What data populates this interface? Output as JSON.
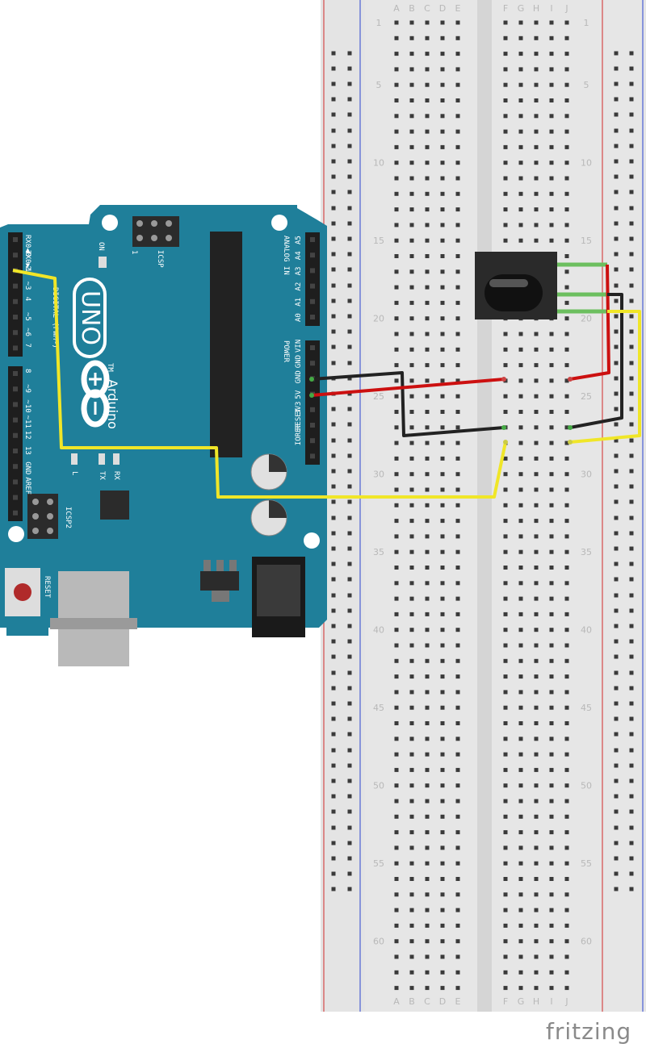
{
  "app": {
    "logo": "fritzing"
  },
  "breadboard": {
    "column_labels_left": [
      "A",
      "B",
      "C",
      "D",
      "E"
    ],
    "column_labels_right": [
      "F",
      "G",
      "H",
      "I",
      "J"
    ],
    "row_numbers": [
      "1",
      "5",
      "10",
      "15",
      "20",
      "25",
      "30",
      "35",
      "40",
      "45",
      "50",
      "55",
      "60"
    ],
    "rows": 63
  },
  "arduino": {
    "brand": "Arduino",
    "model": "UNO",
    "trademark": "TM",
    "labels": {
      "digital": "DIGITAL (PWM~)",
      "analog": "ANALOG IN",
      "power": "POWER",
      "icsp": "ICSP",
      "icsp2": "ICSP2",
      "on": "ON",
      "reset": "RESET",
      "l": "L",
      "tx": "TX",
      "rx": "RX",
      "icsp_pin1": "1"
    },
    "digital_pins_top": [
      "RX0◀0",
      "TX0▶1",
      "2",
      "~3",
      "4",
      "~5",
      "~6",
      "7"
    ],
    "digital_pins_bottom": [
      "8",
      "~9",
      "~10",
      "~11",
      "12",
      "13",
      "GND",
      "AREF"
    ],
    "analog_pins": [
      "A5",
      "A4",
      "A3",
      "A2",
      "A1",
      "A0"
    ],
    "power_pins": [
      "VIN",
      "GND",
      "GND",
      "5V",
      "3V3",
      "RESET",
      "IOREF"
    ]
  },
  "wires": {
    "colors": {
      "signal": "#f0e628",
      "power": "#cc1010",
      "ground": "#222222",
      "sensor_leg": "#6cbf5f"
    }
  },
  "colors": {
    "board": "#1f7f9a",
    "breadboard": "#e8e8e8",
    "rail_red": "#d44a4a",
    "rail_blue": "#4a5fd4"
  }
}
